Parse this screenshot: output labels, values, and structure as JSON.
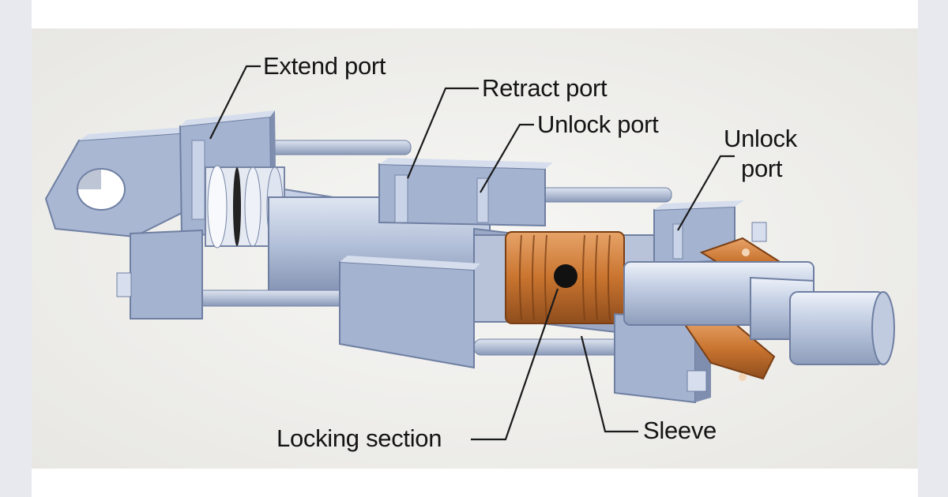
{
  "diagram": {
    "labels": {
      "extend_port": "Extend port",
      "retract_port": "Retract port",
      "unlock_port_middle": "Unlock port",
      "unlock_port_right_line1": "Unlock",
      "unlock_port_right_line2": "port",
      "locking_section": "Locking section",
      "sleeve": "Sleeve"
    },
    "colors": {
      "background": "#e7e9ee",
      "canvas": "#f1f0ee",
      "steel": "#a7b6d2",
      "steel_light": "#d3dcec",
      "steel_dark": "#7685a6",
      "copper": "#c9742f",
      "leader": "#1a1a1a"
    }
  }
}
